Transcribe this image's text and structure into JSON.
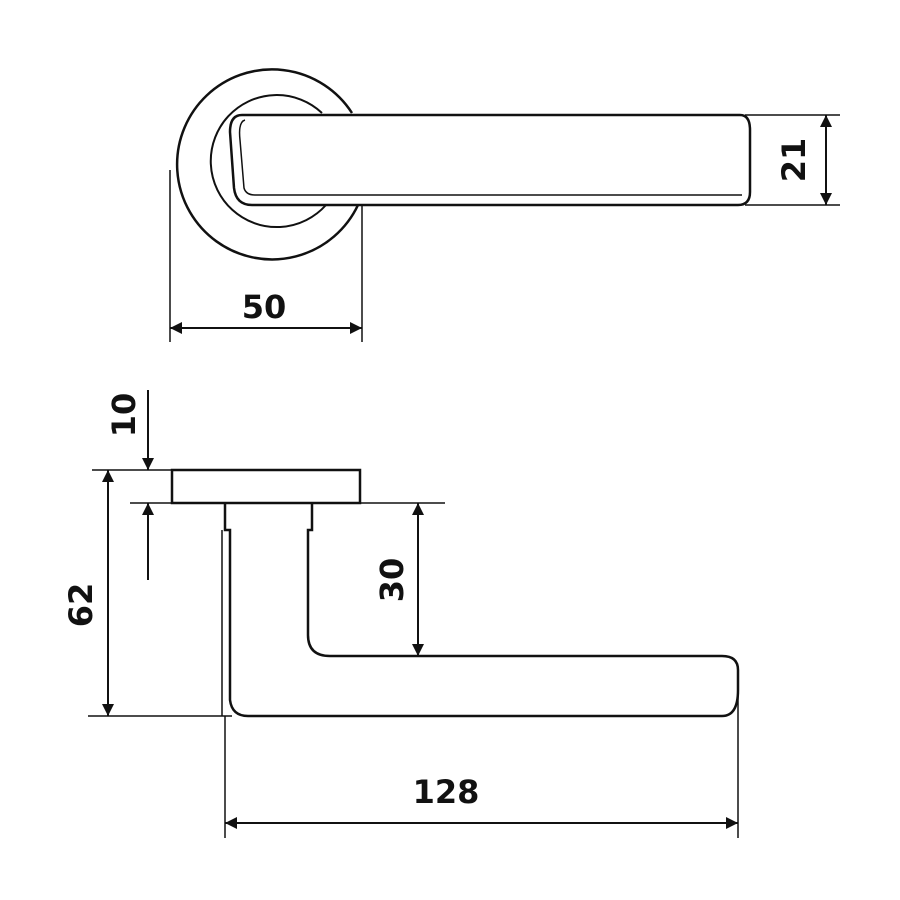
{
  "dimensions": {
    "rosette_diameter": "50",
    "lever_thickness": "21",
    "rosette_thickness": "10",
    "overall_projection": "62",
    "neck_height": "30",
    "lever_length": "128"
  },
  "colors": {
    "line": "#111111",
    "background": "#ffffff"
  }
}
